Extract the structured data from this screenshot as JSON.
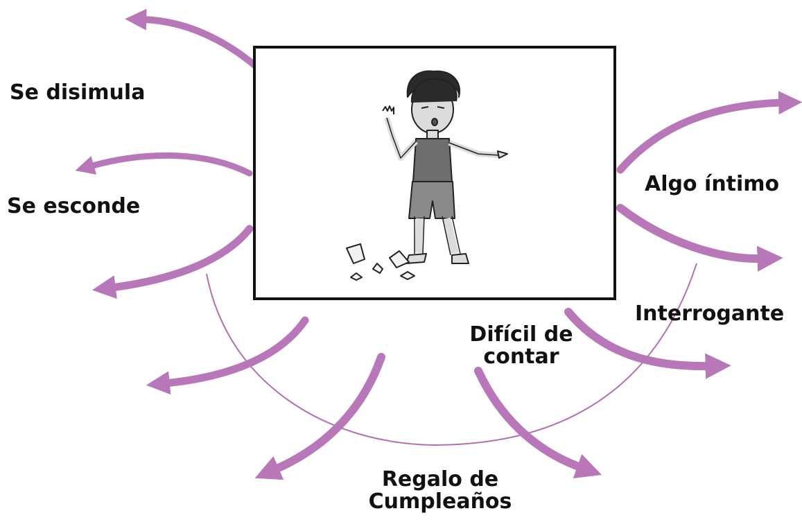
{
  "colors": {
    "arrow": "#b877b9",
    "connector": "#b36fb4",
    "frame": "#111111",
    "text": "#111111"
  },
  "illustration": {
    "subject": "boy-with-broken-cup"
  },
  "labels": {
    "se_disimula": "Se disimula",
    "se_esconde": "Se esconde",
    "algo_intimo": "Algo íntimo",
    "interrogante": "Interrogante",
    "dificil_line1": "Difícil de",
    "dificil_line2": "contar",
    "regalo_line1": "Regalo de",
    "regalo_line2": "Cumpleaños"
  }
}
